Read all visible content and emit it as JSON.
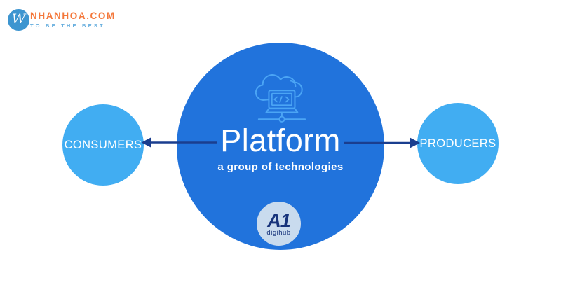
{
  "header": {
    "logo_monogram": "W",
    "brand": "NHANHOA.COM",
    "tagline": "TO BE THE BEST"
  },
  "diagram": {
    "center": {
      "title": "Platform",
      "subtitle": "a group of technologies",
      "icon": "cloud-code-network-icon"
    },
    "left_node": {
      "label": "CONSUMERS"
    },
    "right_node": {
      "label": "PRODUCERS"
    },
    "badge": {
      "monogram": "A1",
      "name": "digihub"
    }
  },
  "colors": {
    "center_circle": "#2173DC",
    "side_circle": "#41ADF2",
    "arrow": "#1A3E8F",
    "icon_stroke": "#4BA5F5",
    "brand_orange": "#F4783B",
    "brand_tagline_blue": "#66AEDE",
    "logo_circle": "#3D95D0",
    "badge_bg": "#C9DBEE",
    "badge_text": "#17337B",
    "background": "#FFFFFF"
  }
}
